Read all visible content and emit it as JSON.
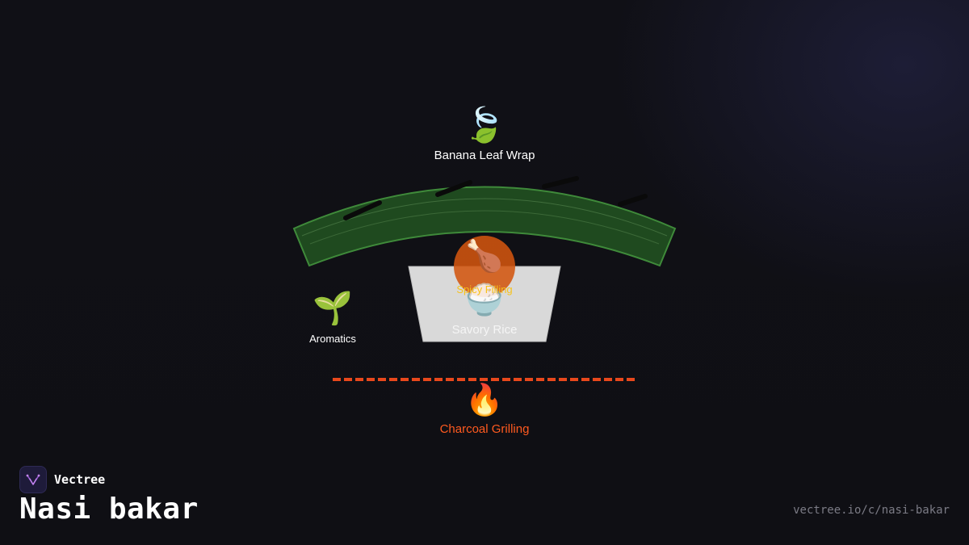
{
  "diagram": {
    "wrap": {
      "icon": "🍃",
      "label": "Banana Leaf Wrap"
    },
    "filling": {
      "icon": "🍗",
      "label": "Spicy Filling"
    },
    "rice": {
      "icon": "🍚",
      "label": "Savory Rice"
    },
    "aromatics": {
      "icon": "🌱",
      "label": "Aromatics"
    },
    "grilling": {
      "icon": "🔥",
      "label": "Charcoal Grilling"
    }
  },
  "colors": {
    "leaf": "#1f4a1f",
    "leaf_edge": "#3f8a3a",
    "rice_block": "#d9d9d9",
    "filling_circle": "#d2550f",
    "filling_label": "#f6c21a",
    "grill_line": "#e8481c",
    "grill_label": "#ff5a1f"
  },
  "footer": {
    "brand": "Vectree",
    "title": "Nasi bakar",
    "url": "vectree.io/c/nasi-bakar"
  }
}
